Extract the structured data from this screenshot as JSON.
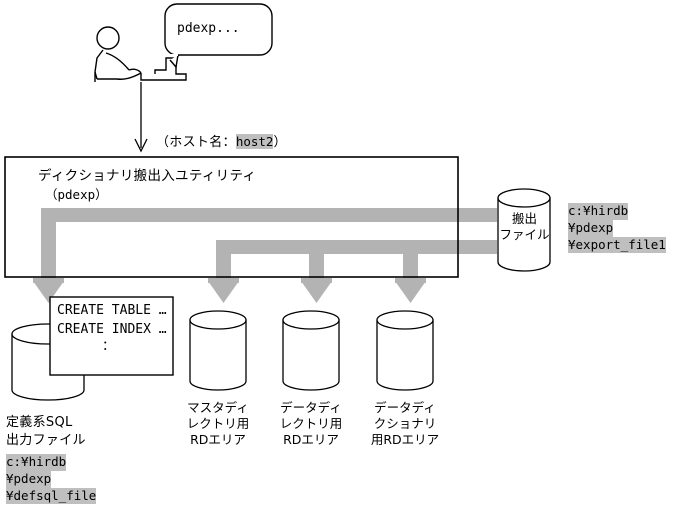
{
  "diagram": {
    "title_hidden": "pdexp dictionary export/import utility diagram",
    "operator": {
      "speech_bubble_text": "pdexp..."
    },
    "host_label": {
      "prefix": "（ホスト名：",
      "host_name": "host2",
      "suffix": "）"
    },
    "utility_box": {
      "name_line1": "ディクショナリ搬出入ユティリティ",
      "name_line2": "（pdexp）"
    },
    "export_file": {
      "cylinder_label_line1": "搬出",
      "cylinder_label_line2": "ファイル",
      "path_line1": "c:¥hirdb",
      "path_line2": "¥pdexp",
      "path_line3": "¥export_file1"
    },
    "defsql_document": {
      "line1": "CREATE TABLE …",
      "line2": "CREATE INDEX …",
      "line3": "："
    },
    "defsql_output": {
      "label_line1": "定義系SQL",
      "label_line2": "出力ファイル",
      "path_line1": "c:¥hirdb",
      "path_line2": "¥pdexp",
      "path_line3": "¥defsql_file"
    },
    "rd_areas": [
      {
        "name": "master-directory-rd-area",
        "label_line1": "マスタディ",
        "label_line2": "レクトリ用",
        "label_line3": "RDエリア"
      },
      {
        "name": "data-directory-rd-area",
        "label_line1": "データディ",
        "label_line2": "レクトリ用",
        "label_line3": "RDエリア"
      },
      {
        "name": "data-dictionary-rd-area",
        "label_line1": "データディ",
        "label_line2": "クショナリ",
        "label_line3": "用RDエリア"
      }
    ],
    "colors": {
      "flow_arrow_gray": "#b3b3b3",
      "highlight_gray": "#bfbfbf",
      "line_black": "#000000",
      "background": "#ffffff"
    }
  }
}
